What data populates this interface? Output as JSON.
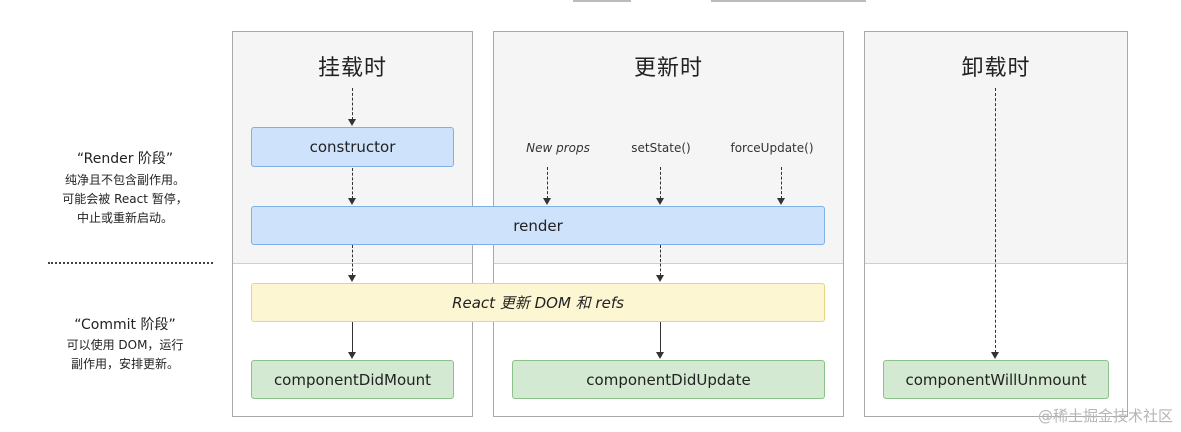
{
  "columns": {
    "mount": {
      "title": "挂载时"
    },
    "update": {
      "title": "更新时"
    },
    "unmount": {
      "title": "卸载时"
    }
  },
  "boxes": {
    "constructor": "constructor",
    "render": "render",
    "react_update": "React 更新 DOM 和 refs",
    "did_mount": "componentDidMount",
    "did_update": "componentDidUpdate",
    "will_unmount": "componentWillUnmount"
  },
  "triggers": {
    "new_props": "New props",
    "set_state": "setState()",
    "force_update": "forceUpdate()"
  },
  "phases": {
    "render": {
      "title": "“Render 阶段”",
      "description": "纯净且不包含副作用。\n可能会被 React 暂停，\n中止或重新启动。"
    },
    "commit": {
      "title": "“Commit 阶段”",
      "description": "可以使用 DOM，运行\n副作用，安排更新。"
    }
  },
  "watermark": "@稀土掘金技术社区",
  "colors": {
    "blue_box": "#cfe2fb",
    "yellow_box": "#fdf6d3",
    "green_box": "#d3e9d1",
    "column_header_bg": "#f5f5f5"
  }
}
